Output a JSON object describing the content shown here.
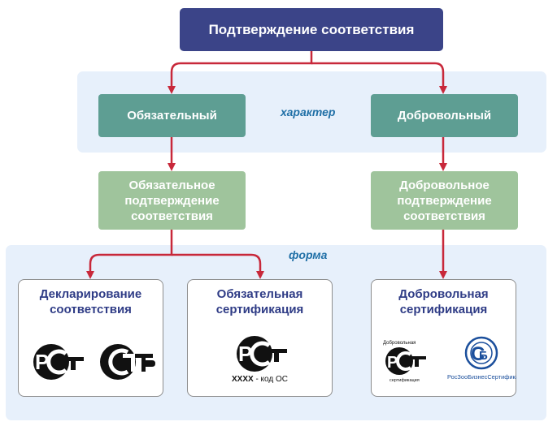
{
  "title": "Подтверждение соответствия",
  "labels": {
    "character": "характер",
    "form": "форма"
  },
  "types": {
    "mandatory": "Обязательный",
    "voluntary": "Добровольный"
  },
  "confirmation_forms": {
    "mandatory_lines": [
      "Обязательное",
      "подтверждение",
      "соответствия"
    ],
    "voluntary_lines": [
      "Добровольное",
      "подтверждение",
      "соответствия"
    ]
  },
  "cards": {
    "declaration": {
      "lines": [
        "Декларирование",
        "соответствия"
      ],
      "logos": [
        "РСТ",
        "ЕАС ТР"
      ]
    },
    "mandatory_cert": {
      "lines": [
        "Обязательная",
        "сертификация"
      ],
      "logos": [
        "РСТ"
      ],
      "caption_code": "ХХХХ",
      "caption_rest": " - код ОС"
    },
    "voluntary_cert": {
      "lines": [
        "Добровольная",
        "сертификация"
      ],
      "logos": [
        "Добровольная сертификация РСТ",
        "РосЗооБизнесСертификат"
      ]
    }
  },
  "colors": {
    "title_fill": "#3b4488",
    "type_fill": "#5e9e93",
    "form_fill": "#9fc49c",
    "band_fill": "#e7f0fb",
    "arrow": "#c8283a",
    "label": "#1f6fa6",
    "card_title": "#2f3c86"
  }
}
